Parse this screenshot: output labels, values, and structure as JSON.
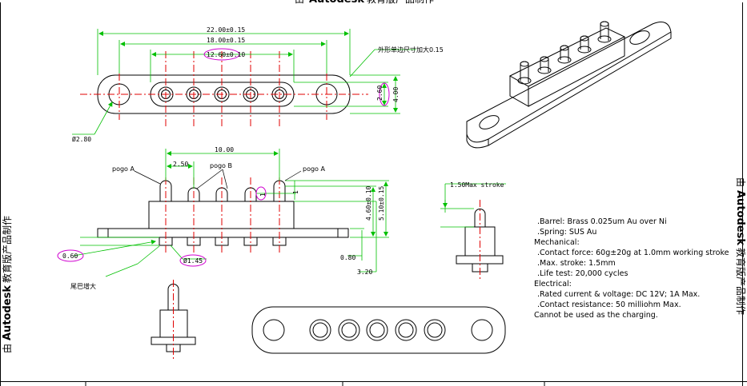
{
  "watermark": {
    "prefix": "由",
    "brand": "Autodesk",
    "suffix": "教育版产品制作"
  },
  "top_view": {
    "dim_overall": "22.00±0.15",
    "dim_mid": "18.00±0.15",
    "dim_pitch_span": "12.60±0.10",
    "dim_hole_dia": "Ø2.80",
    "dim_height_outer": "4.00",
    "dim_height_inner": "2.60",
    "note_enlarge": "外形单边尺寸加大0.15"
  },
  "side_view": {
    "dim_span": "10.00",
    "dim_pitch": "2.50",
    "label_pogo_a_left": "pogo A",
    "label_pogo_b": "pogo B",
    "label_pogo_a_right": "pogo A",
    "dim_height_a": "4.60±0.10",
    "dim_height_b": "5.10±0.15",
    "dim_stroke_small": "1",
    "dim_tail": "0.60",
    "dim_tail_dia": "Ø1.45",
    "dim_plate": "0.80",
    "dim_base": "3.20",
    "note_tail": "尾巴增大"
  },
  "detail_view": {
    "dim_stroke": "1.50Max stroke"
  },
  "specs": {
    "lines": [
      ".Barrel: Brass 0.025um Au over Ni",
      ".Spring: SUS Au",
      "Mechanical:",
      ".Contact force: 60g±20g at 1.0mm working stroke",
      ".Max. stroke: 1.5mm",
      ".Life test: 20,000 cycles",
      "Electrical:",
      ".Rated current & voltage: DC 12V; 1A Max.",
      ".Contact resistance: 50 milliohm Max.",
      "Cannot be used as the charging."
    ]
  },
  "colors": {
    "dimension": "#00c000",
    "centerline": "#e00000",
    "highlight": "#d000d0",
    "outline": "#000000"
  }
}
